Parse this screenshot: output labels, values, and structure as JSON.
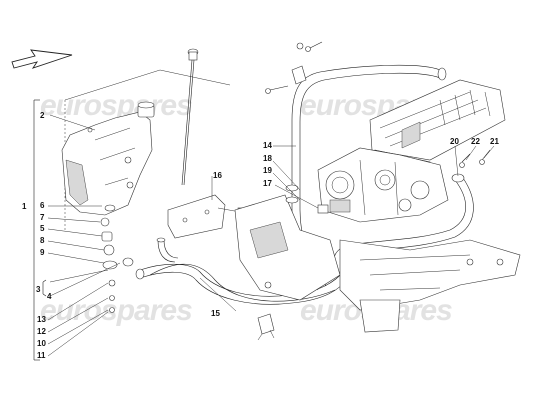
{
  "watermark": {
    "text_1": "eurospares",
    "text_2": "eurospares",
    "text_3": "eurospares",
    "text_4": "eurospares"
  },
  "callouts": {
    "c1": "1",
    "c2": "2",
    "c3": "3",
    "c4": "4",
    "c5": "5",
    "c6": "6",
    "c7": "7",
    "c8": "8",
    "c9": "9",
    "c10": "10",
    "c11": "11",
    "c12": "12",
    "c13": "13",
    "c14": "14",
    "c15": "15",
    "c16": "16",
    "c17": "17",
    "c18": "18",
    "c19": "19",
    "c20": "20",
    "c21": "21",
    "c22": "22"
  },
  "icons": {
    "direction_arrow": "front-direction-arrow-icon"
  },
  "colors": {
    "line": "#222222",
    "watermark": "#e2e2e2",
    "background": "#ffffff"
  }
}
